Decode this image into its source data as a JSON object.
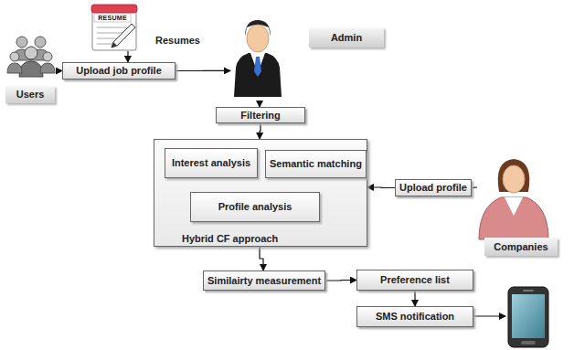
{
  "diagram": {
    "nodes": [
      {
        "text": [
          "RESUME",
          "Resumes"
        ]
      },
      {
        "text": [
          "Users"
        ]
      },
      {
        "text": [
          "Upload job profile"
        ]
      },
      {
        "text": [
          "Admin"
        ]
      },
      {
        "text": [
          "Filtering"
        ]
      },
      {
        "text": [
          "Hybrid CF approach"
        ]
      },
      {
        "text": [
          "Interest analysis"
        ],
        "in": 5
      },
      {
        "text": [
          "Semantic matching"
        ],
        "in": 5
      },
      {
        "text": [
          "Profile analysis"
        ],
        "in": 5
      },
      {
        "text": [
          "Upload profile"
        ]
      },
      {
        "text": [
          "Companies"
        ]
      },
      {
        "text": [
          "Similairty measurement"
        ]
      },
      {
        "text": [
          "Preference list"
        ]
      },
      {
        "text": [
          "SMS notification"
        ]
      }
    ],
    "edges": [
      {
        "from": 1,
        "to": 2,
        "arrow": "to"
      },
      {
        "from": 0,
        "to": 2,
        "arrow": "to"
      },
      {
        "from": 2,
        "to": 3,
        "arrow": "to"
      },
      {
        "from": 3,
        "to": 4,
        "arrow": "to"
      },
      {
        "from": 4,
        "to": 5,
        "arrow": "to"
      },
      {
        "from": 10,
        "to": 9,
        "arrow": "none"
      },
      {
        "from": 9,
        "to": 5,
        "arrow": "to"
      },
      {
        "from": 5,
        "to": 11,
        "arrow": "to"
      },
      {
        "from": 11,
        "to": 12,
        "arrow": "to"
      },
      {
        "from": 12,
        "to": 13,
        "arrow": "to"
      }
    ]
  }
}
